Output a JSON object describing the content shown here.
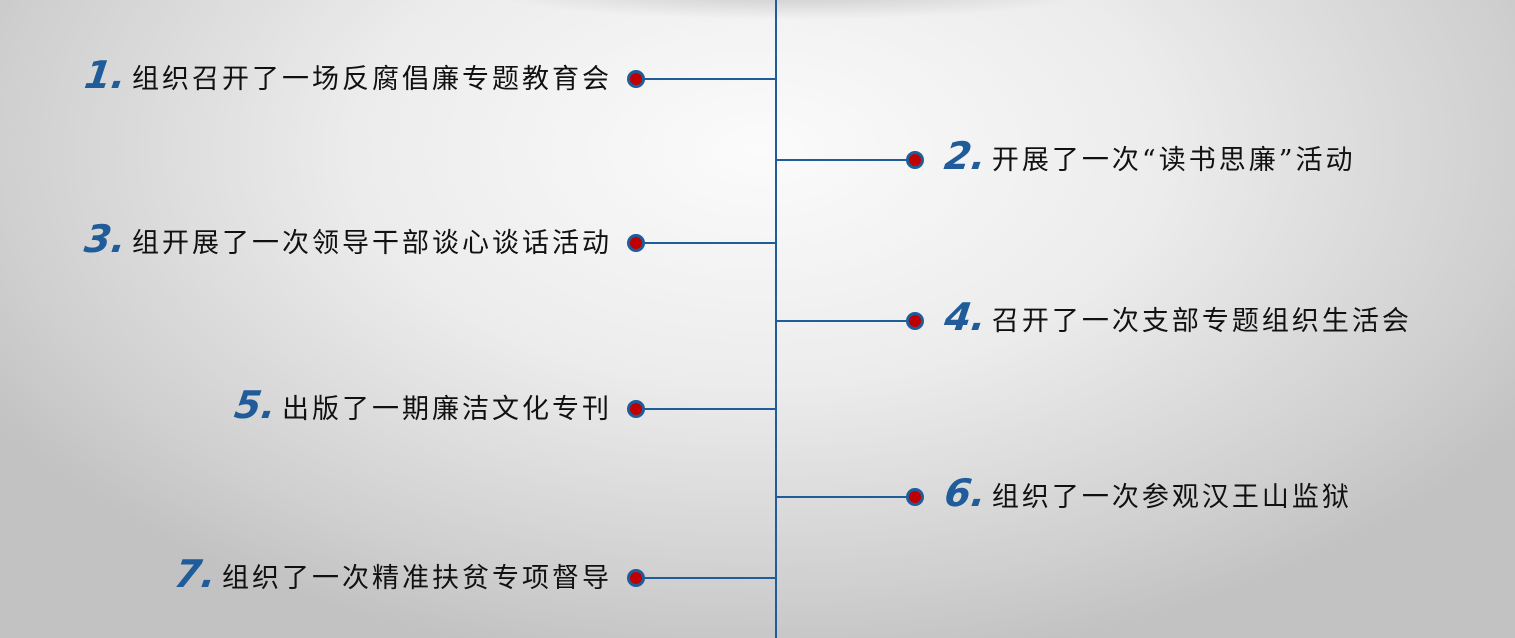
{
  "items": [
    {
      "number": "1.",
      "text": "组织召开了一场反腐倡廉专题教育会",
      "side": "left"
    },
    {
      "number": "2.",
      "text": "开展了一次“读书思廉”活动",
      "side": "right"
    },
    {
      "number": "3.",
      "text": "组开展了一次领导干部谈心谈话活动",
      "side": "left"
    },
    {
      "number": "4.",
      "text": "召开了一次支部专题组织生活会",
      "side": "right"
    },
    {
      "number": "5.",
      "text": "出版了一期廉洁文化专刊",
      "side": "left"
    },
    {
      "number": "6.",
      "text": "组织了一次参观汉王山监狱",
      "side": "right"
    },
    {
      "number": "7.",
      "text": "组织了一次精准扶贫专项督导",
      "side": "left"
    }
  ],
  "colors": {
    "line": "#1f5c99",
    "dot": "#c00000"
  }
}
